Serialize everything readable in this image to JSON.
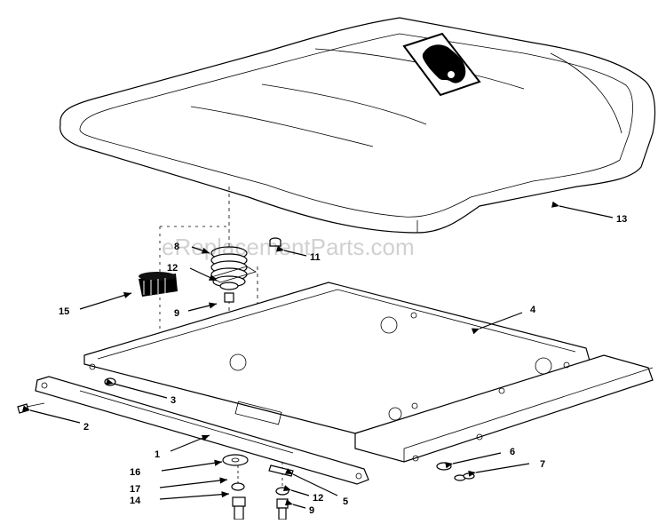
{
  "diagram": {
    "watermark": "eReplacementParts.com",
    "callouts": {
      "c1": "1",
      "c2": "2",
      "c3": "3",
      "c4": "4",
      "c5": "5",
      "c6": "6",
      "c7": "7",
      "c8": "8",
      "c9a": "9",
      "c9b": "9",
      "c11": "11",
      "c12a": "12",
      "c12b": "12",
      "c13": "13",
      "c14": "14",
      "c15": "15",
      "c16": "16",
      "c17": "17"
    },
    "logo_icon": "horse-head-emblem"
  }
}
